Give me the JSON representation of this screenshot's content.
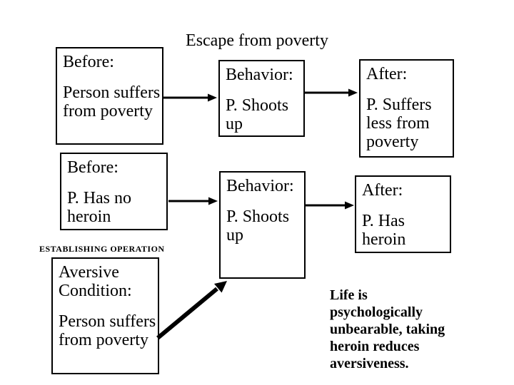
{
  "title": "Escape from poverty",
  "eo_label": "ESTABLISHING OPERATION",
  "boxes": {
    "before_poverty": {
      "heading": "Before:",
      "body": "Person suffers\nfrom poverty"
    },
    "behavior_top": {
      "heading": "Behavior:",
      "body": "P. Shoots\nup"
    },
    "after_poverty": {
      "heading": "After:",
      "body": "P. Suffers\nless from\npoverty"
    },
    "before_heroin": {
      "heading": "Before:",
      "body": "P. Has no\nheroin"
    },
    "behavior_bottom": {
      "heading": "Behavior:",
      "body": "P. Shoots\nup"
    },
    "after_heroin": {
      "heading": "After:",
      "body": "P. Has\nheroin"
    },
    "aversive": {
      "heading": "Aversive\nCondition:",
      "body": "Person suffers\nfrom poverty"
    }
  },
  "note": "Life is\npsychologically\nunbearable, taking\nheroin reduces\naversiveness.",
  "colors": {
    "ink": "#000000",
    "background": "#ffffff"
  }
}
